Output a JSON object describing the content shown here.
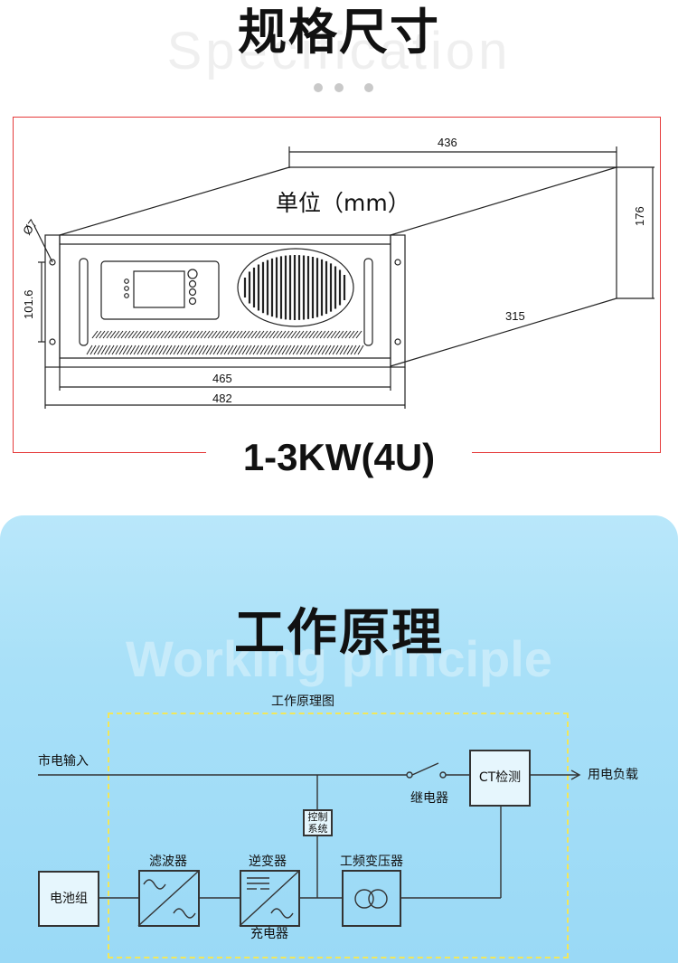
{
  "spec": {
    "title": "规格尺寸",
    "watermark": "Specification",
    "unit": "单位（mm）",
    "model": "1-3KW(4U)",
    "dims": {
      "top_depth": "436",
      "height": "176",
      "side_depth": "315",
      "inner_width": "465",
      "outer_width": "482",
      "panel_height": "101.6",
      "hole": "Ø7"
    },
    "frame_color": "#e53b3b"
  },
  "working": {
    "title": "工作原理",
    "watermark": "Working principle",
    "diagram_title": "工作原理图",
    "labels": {
      "mains_input": "市电输入",
      "load": "用电负载",
      "ct": "CT检测",
      "relay": "继电器",
      "control_line1": "控制",
      "control_line2": "系统",
      "battery": "电池组",
      "filter": "滤波器",
      "inverter": "逆变器",
      "charger": "充电器",
      "transformer": "工频变压器"
    },
    "dashed_color": "#f2e75a",
    "bg_color": "#a8e0f8"
  }
}
